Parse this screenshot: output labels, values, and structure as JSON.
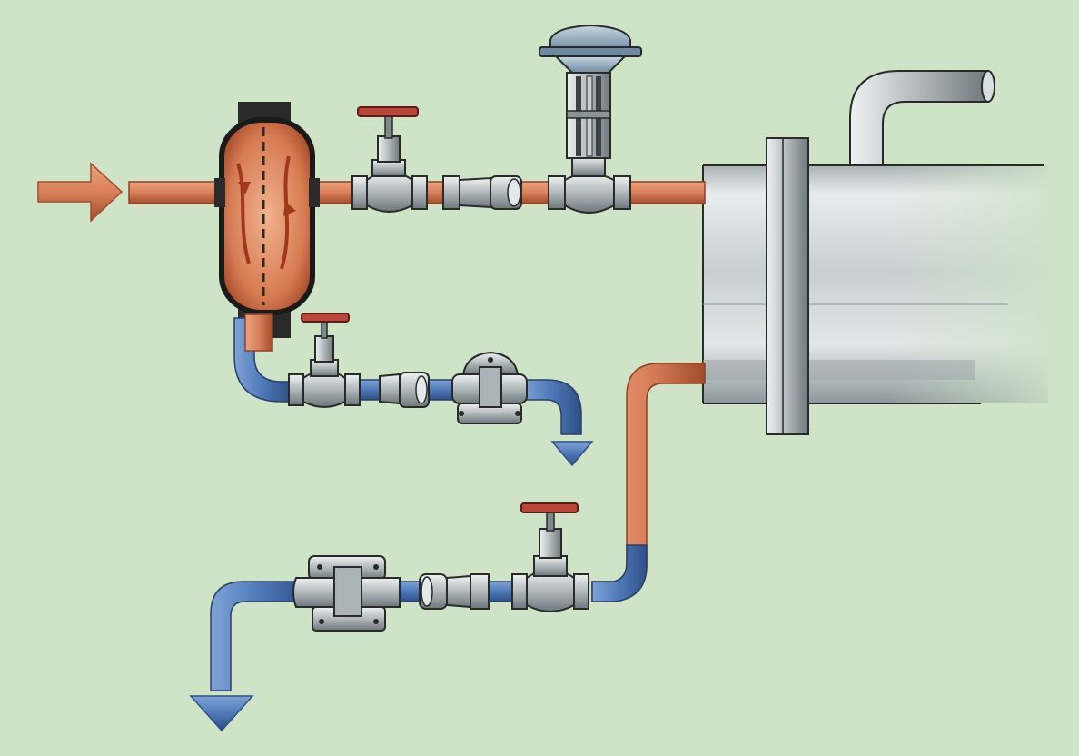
{
  "diagram": {
    "kind": "steam-heater-piping-schematic",
    "colors": {
      "background": "#cfe3c7",
      "steam_pipe": "#d9805a",
      "steam_pipe_dark": "#a24c2c",
      "condensate_pipe": "#4f79b8",
      "condensate_pipe_dark": "#2f4f86",
      "metal": "#b7bec0",
      "metal_dark": "#5e6a6e",
      "handwheel": "#b8473a",
      "actuator": "#8fa8bb",
      "outline": "#1e1e1e"
    },
    "flows": [
      {
        "id": "steam-inlet",
        "medium": "steam",
        "direction": "right"
      },
      {
        "id": "separator-drain",
        "medium": "condensate",
        "direction": "down"
      },
      {
        "id": "heater-condensate-outlet",
        "medium": "condensate",
        "direction": "down"
      }
    ],
    "components": [
      {
        "id": "steam-separator",
        "icon": "separator"
      },
      {
        "id": "inlet-globe-valve",
        "icon": "globe-valve"
      },
      {
        "id": "inlet-strainer",
        "icon": "strainer"
      },
      {
        "id": "pneumatic-control-valve",
        "icon": "control-valve"
      },
      {
        "id": "heater-shell",
        "icon": "heat-exchanger"
      },
      {
        "id": "drain-globe-valve",
        "icon": "globe-valve"
      },
      {
        "id": "drain-strainer",
        "icon": "strainer"
      },
      {
        "id": "drain-steam-trap",
        "icon": "steam-trap"
      },
      {
        "id": "outlet-globe-valve",
        "icon": "globe-valve"
      },
      {
        "id": "outlet-strainer",
        "icon": "strainer"
      },
      {
        "id": "outlet-steam-trap",
        "icon": "steam-trap"
      }
    ]
  }
}
